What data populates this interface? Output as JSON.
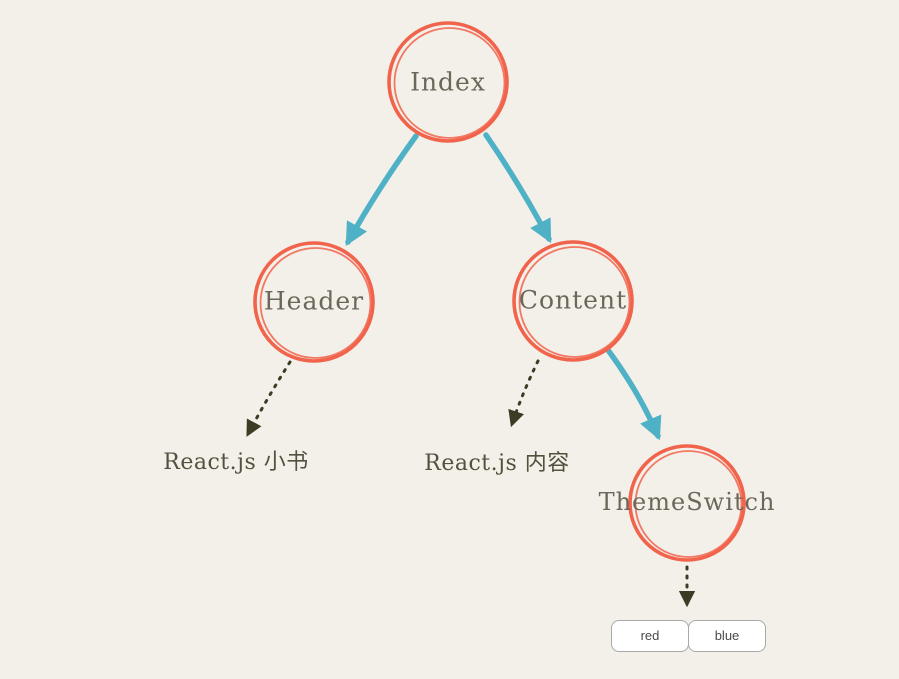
{
  "title": "React component tree diagram",
  "colors": {
    "background": "#f3f0ea",
    "node_stroke": "#f1634b",
    "node_text": "#6d675a",
    "blue_arrow": "#4fb1c5",
    "dark_arrow": "#3c3b24",
    "annotation_text": "#55503e",
    "button_border": "#a9a9a9",
    "button_bg": "#ffffff",
    "button_text": "#4a4a4a"
  },
  "nodes": {
    "index": {
      "label": "Index"
    },
    "header": {
      "label": "Header"
    },
    "content": {
      "label": "Content"
    },
    "themeswitch": {
      "label": "ThemeSwitch"
    }
  },
  "annotations": {
    "header_output": {
      "text": "React.js 小书"
    },
    "content_output": {
      "text": "React.js 内容"
    }
  },
  "edges": [
    {
      "from": "Index",
      "to": "Header",
      "style": "solid-blue"
    },
    {
      "from": "Index",
      "to": "Content",
      "style": "solid-blue"
    },
    {
      "from": "Header",
      "to": "React.js 小书",
      "style": "dotted-dark"
    },
    {
      "from": "Content",
      "to": "React.js 内容",
      "style": "dotted-dark"
    },
    {
      "from": "Content",
      "to": "ThemeSwitch",
      "style": "solid-blue"
    },
    {
      "from": "ThemeSwitch",
      "to": "red/blue buttons",
      "style": "dotted-dark"
    }
  ],
  "buttons": {
    "red": {
      "label": "red"
    },
    "blue": {
      "label": "blue"
    }
  }
}
